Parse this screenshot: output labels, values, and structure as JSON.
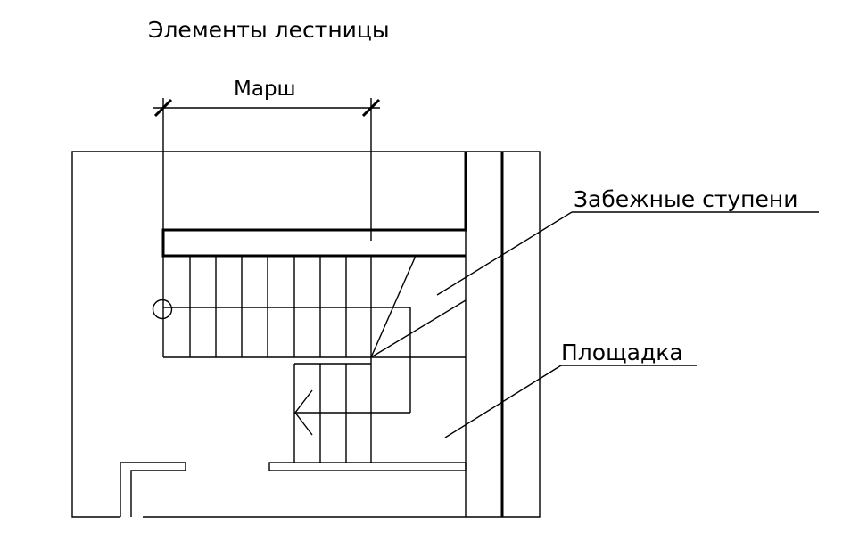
{
  "title": "Элементы лестницы",
  "dimension_label": "Марш",
  "labels": {
    "winder_steps": "Забежные ступени",
    "landing": "Площадка"
  }
}
